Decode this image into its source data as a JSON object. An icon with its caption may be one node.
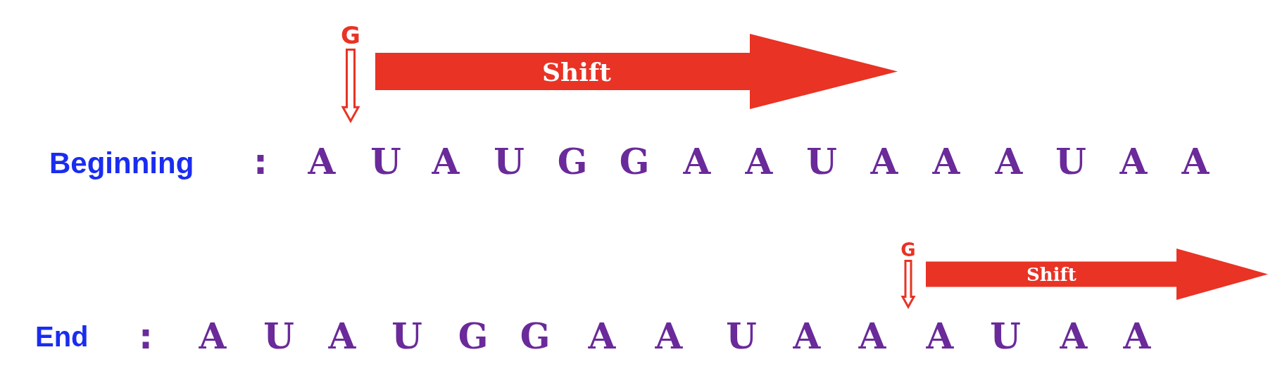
{
  "diagram": {
    "nodes": [
      {
        "text": [
          "G"
        ]
      },
      {
        "text": [
          "Shift"
        ]
      },
      {
        "text": [
          "G"
        ]
      },
      {
        "text": [
          "Shift"
        ]
      }
    ],
    "edges": [
      {
        "from": 0,
        "to": null,
        "arrow": "to"
      },
      {
        "from": 2,
        "to": null,
        "arrow": "to"
      }
    ],
    "labels": [
      "Beginning",
      ":",
      "A",
      "U",
      "A",
      "U",
      "G",
      "G",
      "A",
      "A",
      "U",
      "A",
      "A",
      "A",
      "U",
      "A",
      "A",
      "End",
      ":",
      "A",
      "U",
      "A",
      "U",
      "G",
      "G",
      "A",
      "A",
      "U",
      "A",
      "A",
      "A",
      "U",
      "A",
      "A"
    ]
  }
}
